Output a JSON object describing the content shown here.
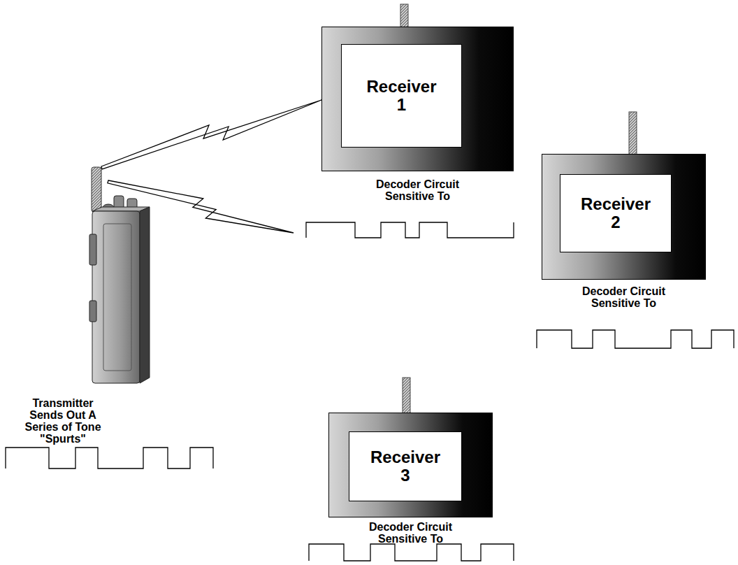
{
  "diagram": {
    "nodes": [
      {
        "text": [
          "Receiver 1",
          "Decoder Circuit Sensitive To"
        ]
      },
      {
        "text": [
          "Receiver 2",
          "Decoder Circuit Sensitive To"
        ]
      },
      {
        "text": [
          "Transmitter Sends Out A Series of Tone \"Spurts\""
        ]
      },
      {
        "text": [
          "Receiver 3",
          "Decoder Circuit Sensitive To"
        ]
      }
    ],
    "edges": [
      {
        "from": 2,
        "to": 0,
        "arrow": "none"
      }
    ]
  }
}
